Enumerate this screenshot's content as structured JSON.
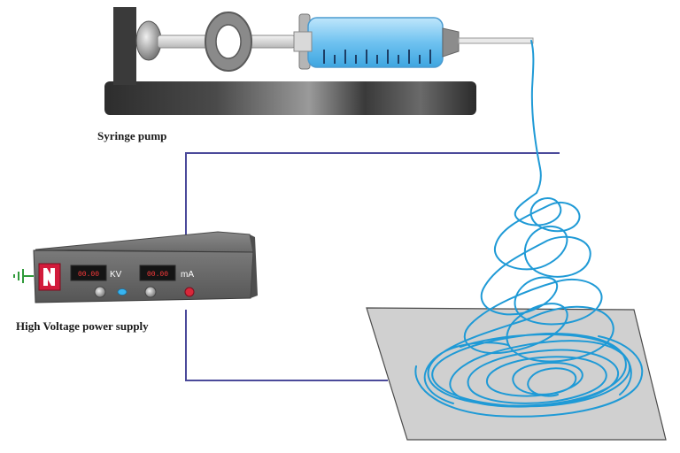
{
  "labels": {
    "syringe_pump": "Syringe pump",
    "power_supply": "High Voltage power supply"
  },
  "power_supply": {
    "voltage_display": "00.00",
    "voltage_unit": "KV",
    "current_display": "00.00",
    "current_unit": "mA"
  },
  "colors": {
    "wire": "#4b4a9a",
    "fiber": "#1f9ad6",
    "collector": "#d0d0d0",
    "syringe_fluid": "#7cc8f2",
    "pump_body": "#3a3a3a"
  }
}
